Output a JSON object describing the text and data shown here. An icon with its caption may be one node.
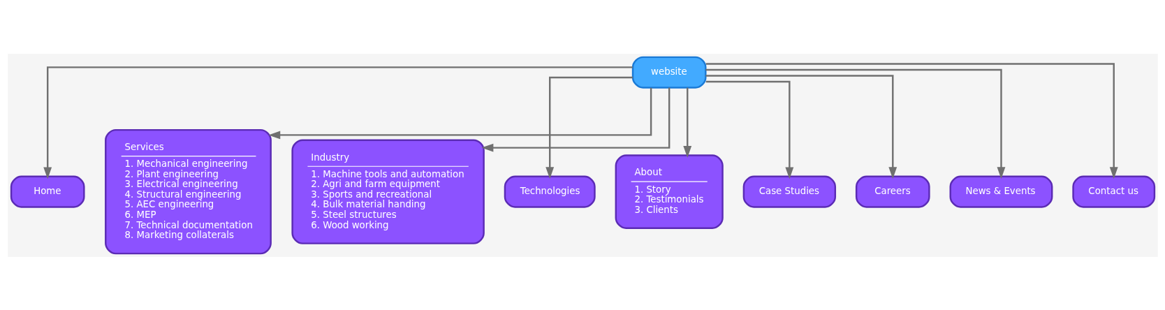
{
  "diagram": {
    "nodes": [
      {
        "text": [
          "website"
        ]
      },
      {
        "text": [
          "Home"
        ]
      },
      {
        "text": [
          "Services",
          "1. Mechanical engineering",
          "2. Plant engineering",
          "3. Electrical engineering",
          "4. Structural engineering",
          "5. AEC engineering",
          "6. MEP",
          "7. Technical documentation",
          "8. Marketing collaterals"
        ]
      },
      {
        "text": [
          "Industry",
          "1. Machine tools and automation",
          "2. Agri and farm equipment",
          "3. Sports and recreational",
          "4. Bulk material handing",
          "5. Steel structures",
          "6. Wood working"
        ]
      },
      {
        "text": [
          "Technologies"
        ]
      },
      {
        "text": [
          "About",
          "1. Story",
          "2. Testimonials",
          "3. Clients"
        ]
      },
      {
        "text": [
          "Case Studies"
        ]
      },
      {
        "text": [
          "Careers"
        ]
      },
      {
        "text": [
          "News & Events"
        ]
      },
      {
        "text": [
          "Contact us"
        ]
      }
    ],
    "edges": [
      {
        "from": 0,
        "to": 1,
        "arrow": "to"
      },
      {
        "from": 0,
        "to": 2,
        "arrow": "to"
      },
      {
        "from": 0,
        "to": 3,
        "arrow": "to"
      },
      {
        "from": 0,
        "to": 4,
        "arrow": "to"
      },
      {
        "from": 0,
        "to": 5,
        "arrow": "to"
      },
      {
        "from": 0,
        "to": 6,
        "arrow": "to"
      },
      {
        "from": 0,
        "to": 7,
        "arrow": "to"
      },
      {
        "from": 0,
        "to": 8,
        "arrow": "to"
      },
      {
        "from": 0,
        "to": 9,
        "arrow": "to"
      }
    ]
  }
}
